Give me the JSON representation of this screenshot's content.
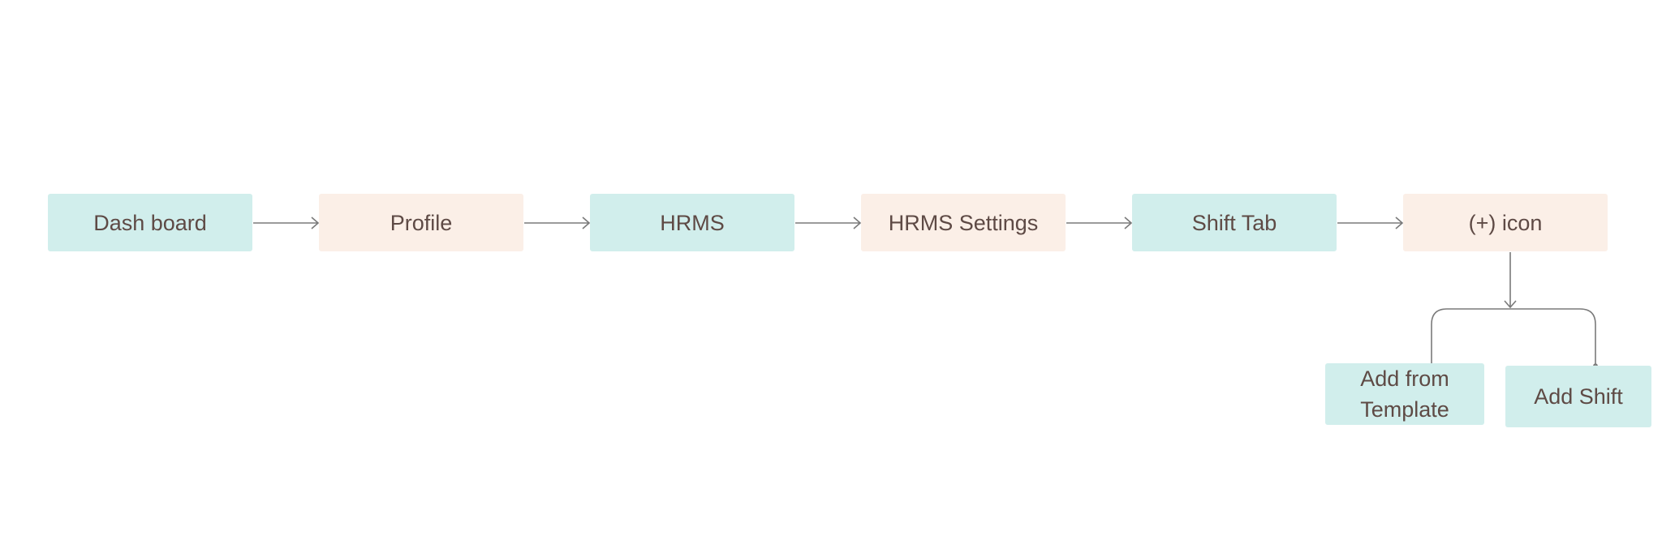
{
  "diagram": {
    "type": "flowchart",
    "colors": {
      "teal": "#d1eeec",
      "peach": "#fbefe7",
      "text": "#5e4a45",
      "line": "#7a7a7a"
    },
    "nodes": [
      {
        "id": "dashboard",
        "label": "Dash board",
        "color": "teal"
      },
      {
        "id": "profile",
        "label": "Profile",
        "color": "peach"
      },
      {
        "id": "hrms",
        "label": "HRMS",
        "color": "teal"
      },
      {
        "id": "hrms-settings",
        "label": "HRMS Settings",
        "color": "peach"
      },
      {
        "id": "shift-tab",
        "label": "Shift Tab",
        "color": "teal"
      },
      {
        "id": "plus-icon",
        "label": "(+) icon",
        "color": "peach"
      },
      {
        "id": "add-from-template",
        "label": "Add from Template",
        "color": "teal"
      },
      {
        "id": "add-shift",
        "label": "Add Shift",
        "color": "teal"
      }
    ],
    "edges": [
      {
        "from": "dashboard",
        "to": "profile"
      },
      {
        "from": "profile",
        "to": "hrms"
      },
      {
        "from": "hrms",
        "to": "hrms-settings"
      },
      {
        "from": "hrms-settings",
        "to": "shift-tab"
      },
      {
        "from": "shift-tab",
        "to": "plus-icon"
      },
      {
        "from": "plus-icon",
        "to": "add-from-template"
      },
      {
        "from": "plus-icon",
        "to": "add-shift"
      }
    ]
  }
}
